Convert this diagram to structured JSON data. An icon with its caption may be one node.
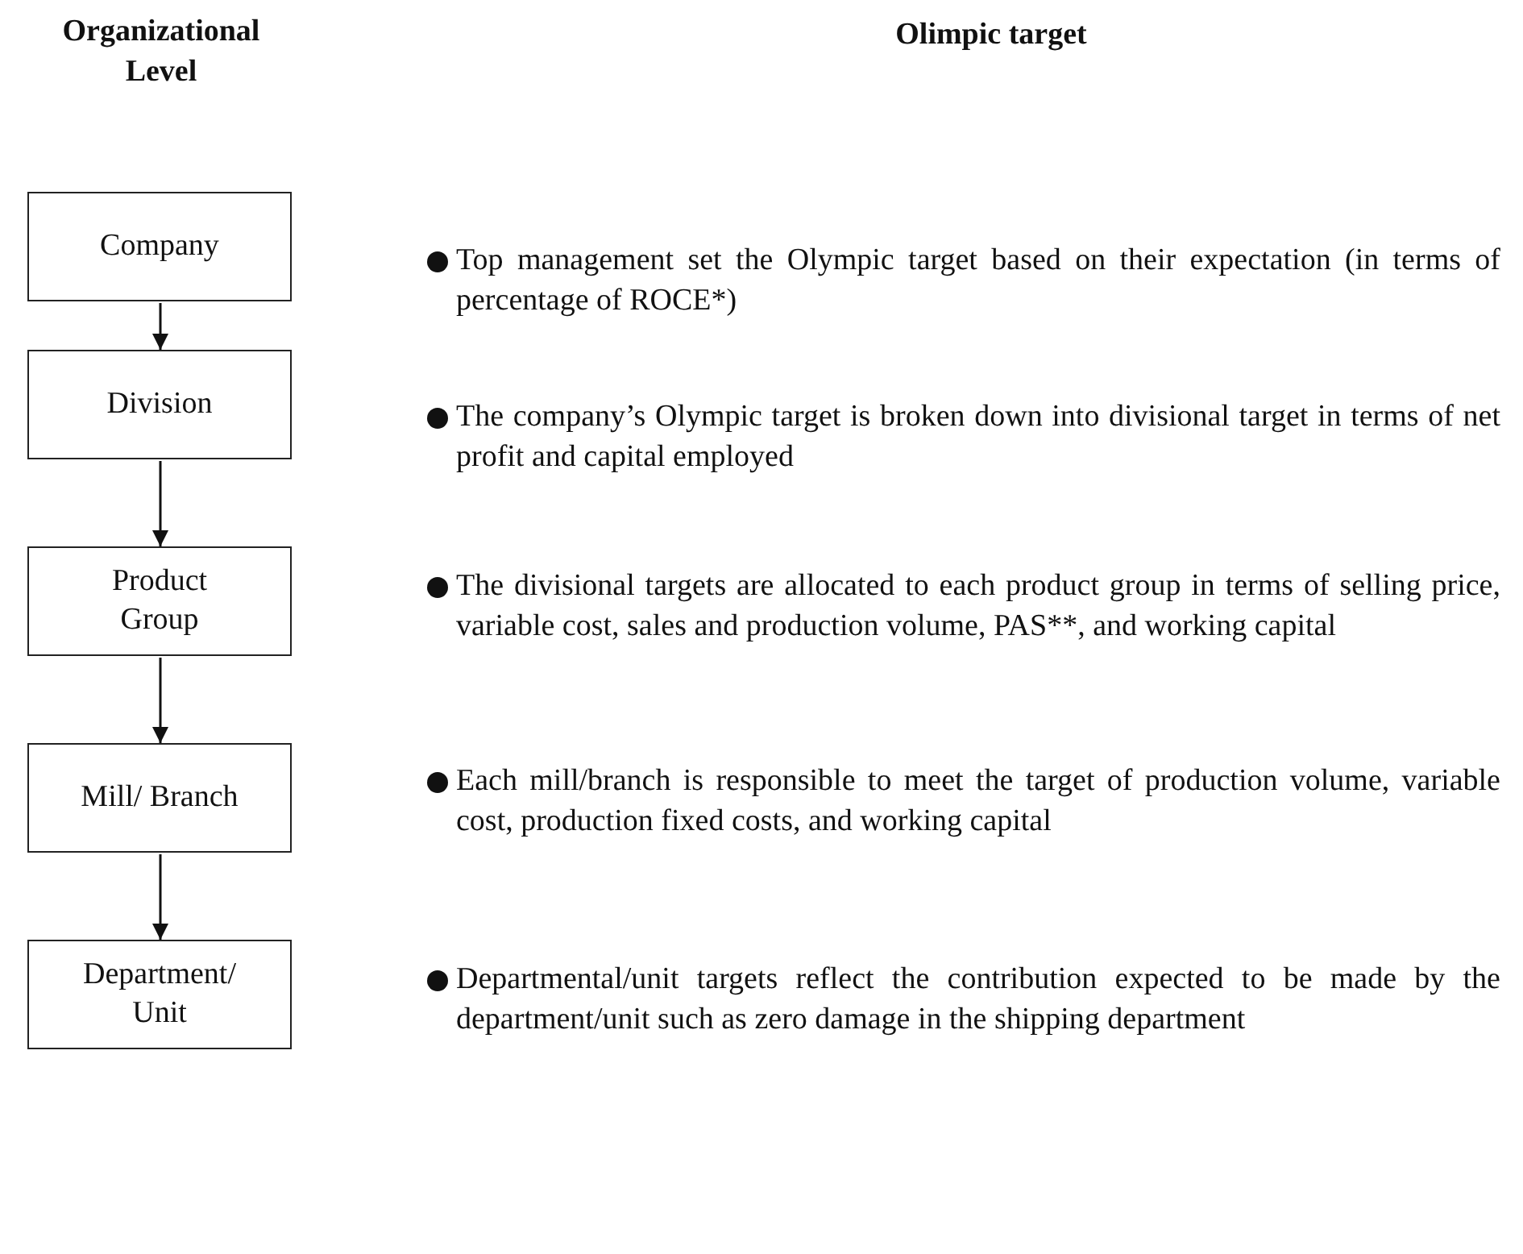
{
  "diagram": {
    "nodes": [
      {
        "text": [
          "Company"
        ]
      },
      {
        "text": [
          "Division"
        ]
      },
      {
        "text": [
          "Product Group"
        ]
      },
      {
        "text": [
          "Mill/ Branch"
        ]
      },
      {
        "text": [
          "Department/ Unit"
        ]
      }
    ],
    "edges": [
      {
        "from": 0,
        "to": 1,
        "arrow": "to"
      },
      {
        "from": 1,
        "to": 2,
        "arrow": "to"
      },
      {
        "from": 2,
        "to": 3,
        "arrow": "to"
      },
      {
        "from": 3,
        "to": 4,
        "arrow": "to"
      }
    ],
    "labels": [
      "Organizational Level",
      "Olimpic target",
      "Top management set the Olympic target based on their expectation (in terms of percentage of ROCE*)",
      "The company’s Olympic target is broken down into divisional target in terms of net profit and capital employed",
      "The divisional targets are allocated to each product group in terms of selling price, variable cost, sales and production volume, PAS**, and working capital",
      "Each mill/branch is responsible to meet the target of production volume, variable cost, production fixed costs, and working capital",
      "Departmental/unit targets reflect the contribution expected to be made by the department/unit such as zero damage in the shipping department"
    ]
  }
}
